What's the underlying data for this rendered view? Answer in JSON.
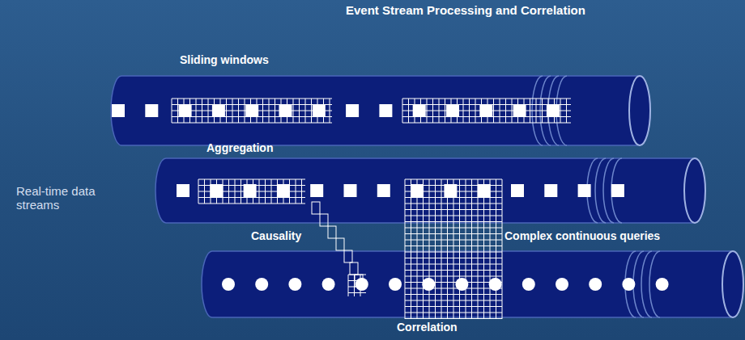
{
  "diagram": {
    "title": "Event Stream Processing and Correlation",
    "labels": [
      "Sliding windows",
      "Aggregation",
      "Real-time data streams",
      "Causality",
      "Complex continuous queries",
      "Correlation"
    ]
  }
}
